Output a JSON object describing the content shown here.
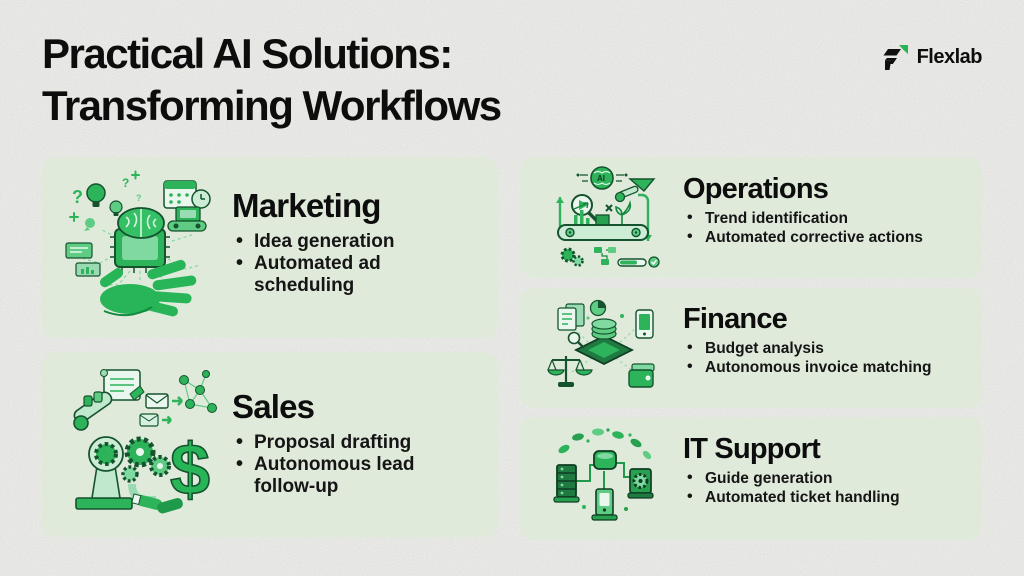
{
  "page": {
    "title_line1": "Practical AI Solutions:",
    "title_line2": "Transforming Workflows",
    "brand": "Flexlab"
  },
  "colors": {
    "background": "#f4f4f1",
    "card_background": "#dfeadb",
    "accent_green": "#28b558",
    "dark_green": "#14532d",
    "text": "#0d0d0d"
  },
  "icons": {
    "brand_logo": "flexlab-flag-arrow-logo",
    "marketing": "hand-presenting-ai-chip-illustration",
    "sales": "robot-arm-gears-dollar-handshake-illustration",
    "operations": "conveyor-belt-ai-inspection-illustration",
    "finance": "chip-coins-scale-documents-illustration",
    "it_support": "server-network-devices-illustration"
  },
  "cards": [
    {
      "title": "Marketing",
      "bullets": [
        "Idea generation",
        "Automated ad scheduling"
      ]
    },
    {
      "title": "Sales",
      "bullets": [
        "Proposal drafting",
        "Autonomous lead follow-up"
      ]
    },
    {
      "title": "Operations",
      "bullets": [
        "Trend identification",
        "Automated corrective actions"
      ]
    },
    {
      "title": "Finance",
      "bullets": [
        "Budget analysis",
        "Autonomous invoice matching"
      ]
    },
    {
      "title": "IT Support",
      "bullets": [
        "Guide generation",
        "Automated ticket handling"
      ]
    }
  ]
}
